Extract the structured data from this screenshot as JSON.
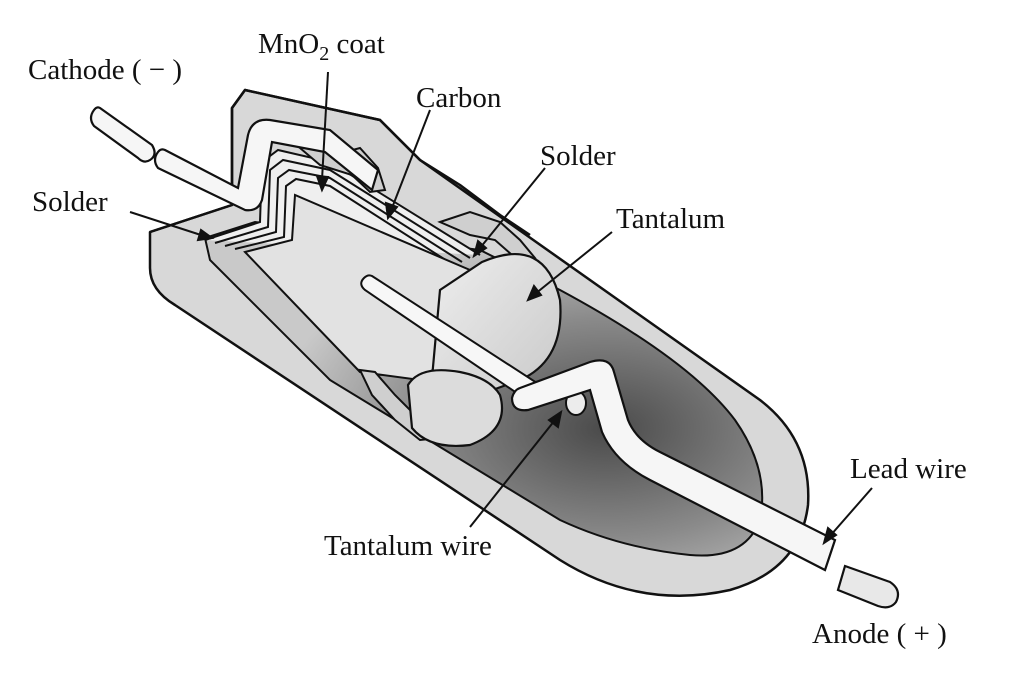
{
  "labels": {
    "cathode": "Cathode ( − )",
    "mno2_main": "MnO",
    "mno2_sub": "2",
    "mno2_rest": " coat",
    "carbon": "Carbon",
    "solder_left": "Solder",
    "solder_right": "Solder",
    "tantalum": "Tantalum",
    "tantalum_wire": "Tantalum wire",
    "lead_wire": "Lead wire",
    "anode": "Anode ( + )"
  },
  "colors": {
    "outline": "#111111",
    "case_fill": "#d6d6d6",
    "inner_dark": "#6e6e6e",
    "slug_fill": "#e4e4e4",
    "wire_fill": "#f4f4f4"
  }
}
